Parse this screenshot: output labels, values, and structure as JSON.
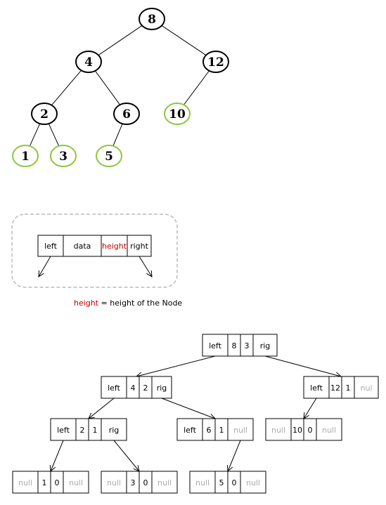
{
  "tree": {
    "nodes": [
      {
        "id": "n8",
        "label": "8",
        "leaf": false
      },
      {
        "id": "n4",
        "label": "4",
        "leaf": false
      },
      {
        "id": "n12",
        "label": "12",
        "leaf": false
      },
      {
        "id": "n2",
        "label": "2",
        "leaf": false
      },
      {
        "id": "n6",
        "label": "6",
        "leaf": false
      },
      {
        "id": "n10",
        "label": "10",
        "leaf": true
      },
      {
        "id": "n1",
        "label": "1",
        "leaf": true
      },
      {
        "id": "n3",
        "label": "3",
        "leaf": true
      },
      {
        "id": "n5",
        "label": "5",
        "leaf": true
      }
    ],
    "edges": [
      [
        "n8",
        "n4"
      ],
      [
        "n8",
        "n12"
      ],
      [
        "n4",
        "n2"
      ],
      [
        "n4",
        "n6"
      ],
      [
        "n12",
        "n10"
      ],
      [
        "n2",
        "n1"
      ],
      [
        "n2",
        "n3"
      ],
      [
        "n6",
        "n5"
      ]
    ]
  },
  "legend": {
    "cells": [
      {
        "text": "left",
        "highlight": false
      },
      {
        "text": "data",
        "highlight": false
      },
      {
        "text": "height",
        "highlight": true
      },
      {
        "text": "right",
        "highlight": false
      }
    ],
    "note_term": "height",
    "note_rest": " = height of the Node"
  },
  "records": [
    {
      "id": "r8",
      "cells": [
        {
          "text": "left",
          "null": false
        },
        {
          "text": "8",
          "null": false
        },
        {
          "text": "3",
          "null": false
        },
        {
          "text": "rig",
          "null": false
        }
      ]
    },
    {
      "id": "r4",
      "cells": [
        {
          "text": "left",
          "null": false
        },
        {
          "text": "4",
          "null": false
        },
        {
          "text": "2",
          "null": false
        },
        {
          "text": "rig",
          "null": false
        }
      ]
    },
    {
      "id": "r12",
      "cells": [
        {
          "text": "left",
          "null": false
        },
        {
          "text": "12",
          "null": false
        },
        {
          "text": "1",
          "null": false
        },
        {
          "text": "nul",
          "null": true
        }
      ]
    },
    {
      "id": "r2",
      "cells": [
        {
          "text": "left",
          "null": false
        },
        {
          "text": "2",
          "null": false
        },
        {
          "text": "1",
          "null": false
        },
        {
          "text": "rig",
          "null": false
        }
      ]
    },
    {
      "id": "r6",
      "cells": [
        {
          "text": "left",
          "null": false
        },
        {
          "text": "6",
          "null": false
        },
        {
          "text": "1",
          "null": false
        },
        {
          "text": "null",
          "null": true
        }
      ]
    },
    {
      "id": "r10",
      "cells": [
        {
          "text": "null",
          "null": true
        },
        {
          "text": "10",
          "null": false
        },
        {
          "text": "0",
          "null": false
        },
        {
          "text": "null",
          "null": true
        }
      ]
    },
    {
      "id": "r1",
      "cells": [
        {
          "text": "null",
          "null": true
        },
        {
          "text": "1",
          "null": false
        },
        {
          "text": "0",
          "null": false
        },
        {
          "text": "null",
          "null": true
        }
      ]
    },
    {
      "id": "r3",
      "cells": [
        {
          "text": "null",
          "null": true
        },
        {
          "text": "3",
          "null": false
        },
        {
          "text": "0",
          "null": false
        },
        {
          "text": "null",
          "null": true
        }
      ]
    },
    {
      "id": "r5",
      "cells": [
        {
          "text": "null",
          "null": true
        },
        {
          "text": "5",
          "null": false
        },
        {
          "text": "0",
          "null": false
        },
        {
          "text": "null",
          "null": true
        }
      ]
    }
  ],
  "record_links": [
    [
      "r8",
      "r4"
    ],
    [
      "r8",
      "r12"
    ],
    [
      "r4",
      "r2"
    ],
    [
      "r4",
      "r6"
    ],
    [
      "r12",
      "r10"
    ],
    [
      "r2",
      "r1"
    ],
    [
      "r2",
      "r3"
    ],
    [
      "r6",
      "r5"
    ]
  ],
  "colors": {
    "node_stroke": "#000000",
    "leaf_stroke": "#8dc63f",
    "highlight_text": "#c00000",
    "null_text": "#aaaaaa",
    "legend_border": "#bbbbbb"
  }
}
